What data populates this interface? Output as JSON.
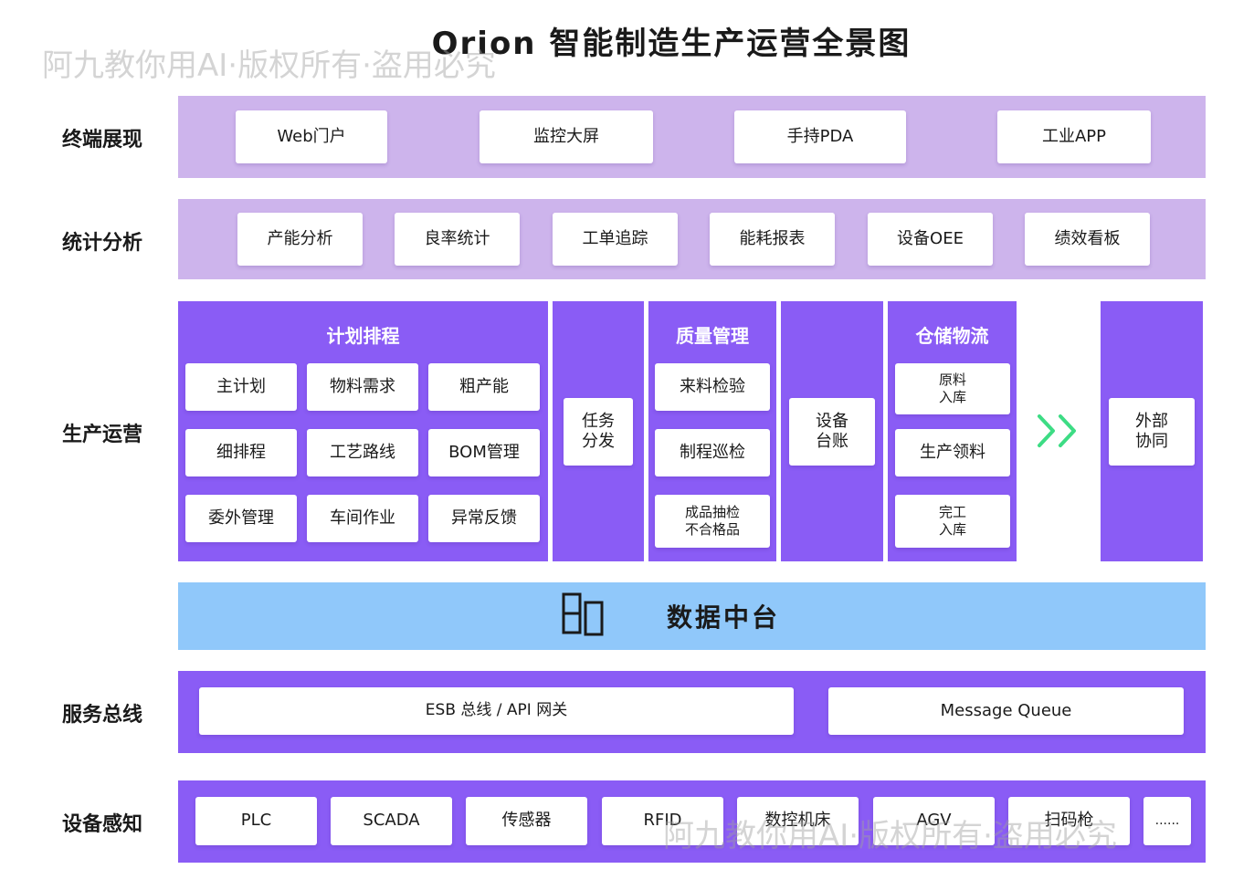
{
  "title": "Orion 智能制造生产运营全景图",
  "watermark": "阿九教你用AI·版权所有·盗用必究",
  "colors": {
    "light_band": "#cdb4ec",
    "dark_band": "#8a5cf5",
    "data_band": "#90c8fa",
    "arrow": "#3ddc84"
  },
  "layers": {
    "terminal": {
      "label": "终端展现",
      "items": [
        "Web门户",
        "监控大屏",
        "手持PDA",
        "工业APP"
      ]
    },
    "analytics": {
      "label": "统计分析",
      "items": [
        "产能分析",
        "良率统计",
        "工单追踪",
        "能耗报表",
        "设备OEE",
        "绩效看板"
      ]
    },
    "operations": {
      "label": "生产运营",
      "planning": {
        "title": "计划排程",
        "items": [
          "主计划",
          "物料需求",
          "粗产能",
          "细排程",
          "工艺路线",
          "BOM管理",
          "委外管理",
          "车间作业",
          "异常反馈"
        ]
      },
      "dispatch": {
        "label": "任务\n分发"
      },
      "quality": {
        "title": "质量管理",
        "items": [
          "来料检验",
          "制程巡检",
          "成品抽检\n不合格品"
        ]
      },
      "equipment": {
        "label": "设备\n台账"
      },
      "warehouse": {
        "title": "仓储物流",
        "items": [
          "原料\n入库",
          "生产领料",
          "完工\n入库"
        ]
      },
      "arrow_icon": "double-chevron-right-icon",
      "external": {
        "label": "外部\n协同"
      }
    },
    "data_platform": {
      "label": "数据中台",
      "icon": "layout-columns-icon"
    },
    "service_bus": {
      "label": "服务总线",
      "items": [
        "ESB 总线 / API 网关",
        "Message Queue"
      ]
    },
    "devices": {
      "label": "设备感知",
      "items": [
        "PLC",
        "SCADA",
        "传感器",
        "RFID",
        "数控机床",
        "AGV",
        "扫码枪",
        "......"
      ]
    }
  }
}
